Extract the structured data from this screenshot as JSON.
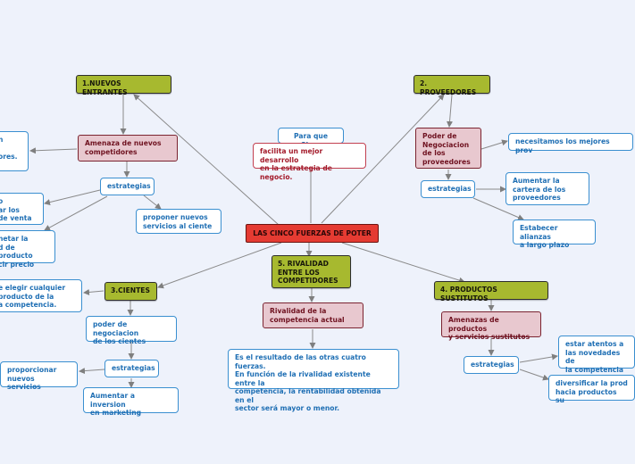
{
  "nodes": {
    "center": "LAS CINCO FUERZAS DE POTER",
    "para_que_sirve": "Para que Sirve",
    "facilita": "facilita un mejor desarrollo\nen la estrategia de negocio.",
    "nuevos_entrantes": "1.NUEVOS ENTRANTES",
    "amenaza_competidores": "Amenaza de nuevos\ncompetidores",
    "estrategias_1": "estrategias",
    "proponer_servicios": "proponer nuevos\nservicios al ciente",
    "left_1": "n\n\nores.",
    "left_2": "o\nar los\nde venta",
    "left_3": "netar la\nd de producto\ncir precio",
    "proveedores": "2. PROVEEDORES",
    "poder_negociacion_prov": "Poder de\nNegociacion\nde los\nproveedores",
    "necesitamos": "necesitamos los mejores prov",
    "estrategias_2": "estrategias",
    "aumentar_cartera": "Aumentar la\ncartera de los\nproveedores",
    "establecer_alianzas": "Estabecer alianzas\na largo plazo",
    "rivalidad": "5. RIVALIDAD\nENTRE LOS\nCOMPETIDORES",
    "rivalidad_actual": "Rivalidad de la\ncompetencia actual",
    "resultado": "Es el resultado de las otras cuatro fuerzas.\nEn función de la rivalidad existente entre la\ncompetencia, la rentabilidad obtenida en el\nsector será mayor o menor.",
    "clientes": "3.CIENTES",
    "poder_clientes": "poder de negociacion\nde los cientes",
    "estrategias_3": "estrategias",
    "proporcionar": "proporcionar\nnuevos servicios",
    "aumentar_inversion": "Aumentar a inversion\nen marketing",
    "left_elegir": "e elegir cualquier\nproducto de la\na competencia.",
    "sustitutos": "4. PRODUCTOS SUSTITUTOS",
    "amenazas_sustitutos": "Amenazas de productos\ny servicios sustitutos",
    "estrategias_4": "estrategias",
    "estar_atentos": "estar atentos a\nlas novedades de\nla competencia",
    "diversificar": "diversificar la prod\nhacia productos su"
  }
}
